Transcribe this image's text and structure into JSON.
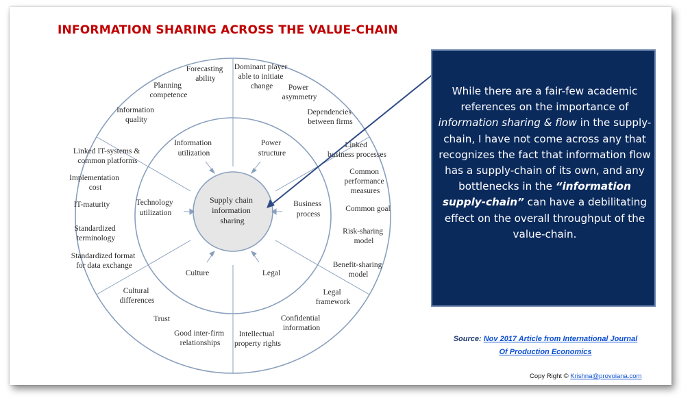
{
  "title": "INFORMATION SHARING ACROSS THE VALUE-CHAIN",
  "center": [
    "Supply chain",
    "information",
    "sharing"
  ],
  "middle_ring": {
    "information_utilization": [
      "Information",
      "utilization"
    ],
    "power_structure": [
      "Power",
      "structure"
    ],
    "business_process": [
      "Business",
      "process"
    ],
    "legal": "Legal",
    "culture": "Culture",
    "technology_utilization": [
      "Technology",
      "utilization"
    ]
  },
  "outer_ring": {
    "forecasting_ability": [
      "Forecasting",
      "ability"
    ],
    "planning_competence": [
      "Planning",
      "competence"
    ],
    "information_quality": [
      "Information",
      "quality"
    ],
    "dominant_player": [
      "Dominant player",
      "able to initiate",
      "change"
    ],
    "power_asymmetry": [
      "Power",
      "asymmetry"
    ],
    "dependencies": [
      "Dependencies",
      "between firms"
    ],
    "linked_business_processes": [
      "Linked",
      "business processes"
    ],
    "common_performance_measures": [
      "Common",
      "performance",
      "measures"
    ],
    "common_goal": "Common goal",
    "risk_sharing_model": [
      "Risk-sharing",
      "model"
    ],
    "benefit_sharing_model": [
      "Benefit-sharing",
      "model"
    ],
    "legal_framework": [
      "Legal",
      "framework"
    ],
    "confidential_information": [
      "Confidential",
      "information"
    ],
    "intellectual_property_rights": [
      "Intellectual",
      "property rights"
    ],
    "good_interfirm_relationships": [
      "Good inter-firm",
      "relationships"
    ],
    "trust": "Trust",
    "cultural_differences": [
      "Cultural",
      "differences"
    ],
    "standardized_format": [
      "Standardized format",
      "for data exchange"
    ],
    "standardized_terminology": [
      "Standardized",
      "terminology"
    ],
    "it_maturity": "IT-maturity",
    "implementation_cost": [
      "Implementation",
      "cost"
    ],
    "linked_it_systems": [
      "Linked IT-systems &",
      "common platforms"
    ]
  },
  "callout": {
    "p1": "While there are a fair-few academic references on the importance of ",
    "em1": "information sharing & flow",
    "p2": "  in the supply-chain, I have not come across any that recognizes the fact that information flow has a supply-chain of its own, and any bottlenecks in the ",
    "strong1": "“information supply-chain”",
    "p3": " can have a debilitating effect on the overall throughput of the value-chain."
  },
  "source": {
    "label": "Source:",
    "link_line1": "Nov 2017 Article from  International Journal",
    "link_line2": "Of Production Economics"
  },
  "copyright": {
    "text": "Copy Right © ",
    "email": "Krishna@provoiana.com"
  },
  "colors": {
    "title": "#c00000",
    "callout_bg": "#0b2a5c",
    "callout_border": "#6f89b0",
    "wheel_lines": "#8aa0bd",
    "center_fill": "#e6e6e6",
    "arrow": "#2f4b86",
    "link": "#0c4fd1"
  }
}
